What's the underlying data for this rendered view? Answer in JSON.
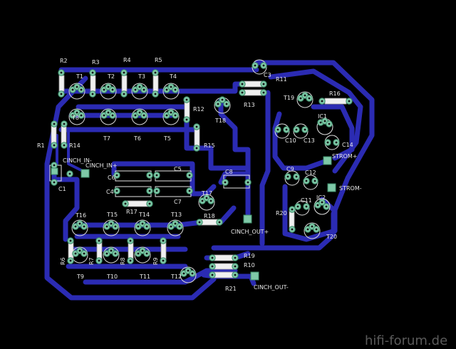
{
  "labels": {
    "R2": "R2",
    "R3": "R3",
    "R4": "R4",
    "R5": "R5",
    "T1": "T1",
    "T2": "T2",
    "T3": "T3",
    "T4": "T4",
    "R11": "R11",
    "R12": "R12",
    "R13": "R13",
    "R14": "R14",
    "R15": "R15",
    "R16": "R16",
    "R1": "R1",
    "T8": "T8",
    "T7": "T7",
    "T6": "T6",
    "T5": "T5",
    "T18": "T18",
    "T19": "T19",
    "C3": "C3",
    "IC1": "IC1",
    "IC2": "IC2",
    "C10": "C10",
    "C13": "C13",
    "C14": "C14",
    "C9": "C9",
    "C12": "C12",
    "C11": "C11",
    "C1": "C1",
    "C4": "C4",
    "C5": "C5",
    "C6": "C6",
    "C7": "C7",
    "C8": "C8",
    "T17": "T17",
    "R17": "R17",
    "R18": "R18",
    "R19": "R19",
    "R20": "R20",
    "R10": "R10",
    "R21": "R21",
    "T16": "T16",
    "T15": "T15",
    "T14": "T14",
    "T13": "T13",
    "T9": "T9",
    "T10": "T10",
    "T11": "T11",
    "T12": "T12",
    "T20": "T20",
    "R6": "R6",
    "R7": "R7",
    "R8": "R8",
    "R9": "R9",
    "cinch_in_minus": "CINCH_IN-",
    "cinch_in_plus": "CINCH_IN+",
    "cinch_out_plus": "CINCH_OUT+",
    "cinch_out_minus": "CINCH_OUT-",
    "strom_plus": "STROM+",
    "strom_minus": "STROM-"
  },
  "watermark": "hifi-forum.de",
  "colors": {
    "background": "#000000",
    "trace": "#2b2bb3",
    "pad": "#7fc9a8",
    "silkscreen": "#d8d8d8"
  }
}
